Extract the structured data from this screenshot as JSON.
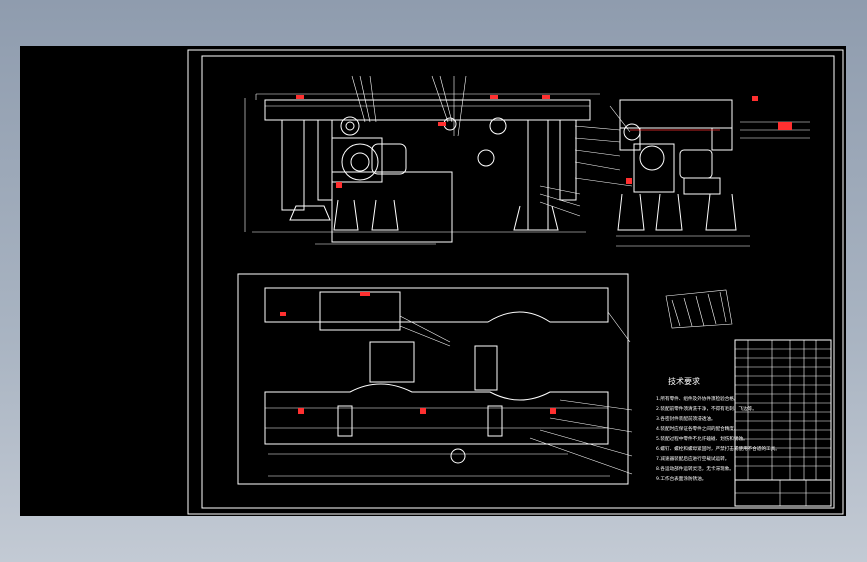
{
  "viewport": {
    "background": "#000000",
    "line_color": "#ffffff",
    "accent_color": "#ff3030"
  },
  "tech_requirements": {
    "title": "技术要求",
    "lines": [
      "1.所有零件、组件及外协件须检验合格。",
      "2.装配前零件须清洗干净，不得有毛刺、飞边等。",
      "3.各密封件装配前须浸透油。",
      "4.装配时应保证各零件之间的配合精度。",
      "5.装配过程中零件不允许磕碰、划伤和锈蚀。",
      "6.螺钉、螺栓和螺母紧固时，严禁打击或使用不合适的工具。",
      "7.减速器装配后应进行空载试运转。",
      "8.各运动部件运转灵活，无卡滞现象。",
      "9.工作台表面涂防锈油。"
    ]
  }
}
